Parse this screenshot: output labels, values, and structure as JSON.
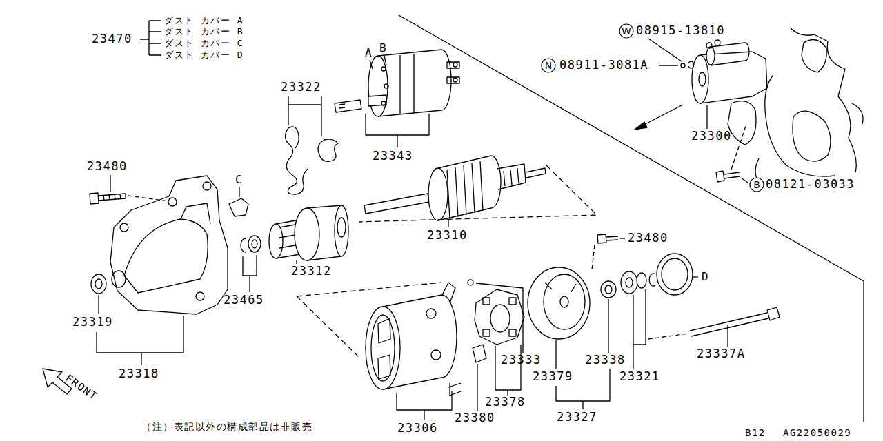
{
  "diagram": {
    "nodes": [
      {
        "text": [
          "W"
        ]
      },
      {
        "text": [
          "N"
        ]
      },
      {
        "text": [
          "B"
        ]
      }
    ],
    "labels": [
      "23470",
      "ダスト カバー A",
      "ダスト カバー B",
      "ダスト カバー C",
      "ダスト カバー D",
      "A",
      "B",
      "23322",
      "23343",
      "23480",
      "C",
      "23310",
      "23312",
      "23465",
      "23319",
      "23318",
      "23480",
      "D",
      "23333",
      "23338",
      "23321",
      "23337A",
      "23379",
      "23378",
      "23327",
      "23306",
      "23380",
      "08915-13810",
      "08911-3081A",
      "23300",
      "08121-03033",
      "FRONT",
      "（注）表記以外の構成部品は非販売",
      "B12",
      "AG22050029"
    ]
  }
}
